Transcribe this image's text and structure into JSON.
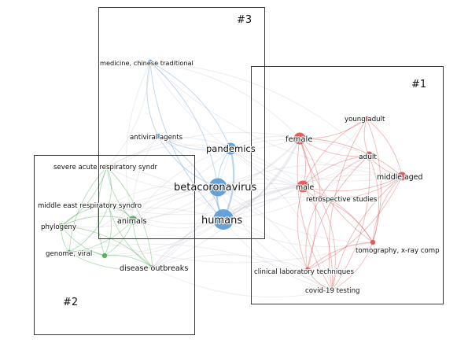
{
  "clusters": [
    {
      "id": "c3",
      "label": "#3",
      "color": "#5b9bd5"
    },
    {
      "id": "c1",
      "label": "#1",
      "color": "#e05555"
    },
    {
      "id": "c2",
      "label": "#2",
      "color": "#4caf50"
    }
  ],
  "nodes": [
    {
      "id": "medicine",
      "label": "medicine, chinese traditional",
      "cluster": "c3",
      "weight": 1
    },
    {
      "id": "antiviral",
      "label": "antiviral agents",
      "cluster": "c3",
      "weight": 1
    },
    {
      "id": "pandemics",
      "label": "pandemics",
      "cluster": "c3",
      "weight": 3
    },
    {
      "id": "betacoronavirus",
      "label": "betacoronavirus",
      "cluster": "c3",
      "weight": 5
    },
    {
      "id": "humans",
      "label": "humans",
      "cluster": "c3",
      "weight": 6
    },
    {
      "id": "female",
      "label": "female",
      "cluster": "c1",
      "weight": 3
    },
    {
      "id": "young_adult",
      "label": "young adult",
      "cluster": "c1",
      "weight": 1
    },
    {
      "id": "adult",
      "label": "adult",
      "cluster": "c1",
      "weight": 2
    },
    {
      "id": "middle_aged",
      "label": "middle aged",
      "cluster": "c1",
      "weight": 2
    },
    {
      "id": "male",
      "label": "male",
      "cluster": "c1",
      "weight": 3
    },
    {
      "id": "retrospective",
      "label": "retrospective studies",
      "cluster": "c1",
      "weight": 1
    },
    {
      "id": "tomography",
      "label": "tomography, x-ray comp",
      "cluster": "c1",
      "weight": 1
    },
    {
      "id": "clinical",
      "label": "clinical laboratory techniques",
      "cluster": "c1",
      "weight": 1
    },
    {
      "id": "covid",
      "label": "covid-19 testing",
      "cluster": "c1",
      "weight": 1
    },
    {
      "id": "sars",
      "label": "severe acute respiratory syndr",
      "cluster": "c2",
      "weight": 1
    },
    {
      "id": "mers",
      "label": "middle east respiratory syndro",
      "cluster": "c2",
      "weight": 1
    },
    {
      "id": "animals",
      "label": "animals",
      "cluster": "c2",
      "weight": 2
    },
    {
      "id": "phylogeny",
      "label": "phylogeny",
      "cluster": "c2",
      "weight": 1
    },
    {
      "id": "genome",
      "label": "genome, viral",
      "cluster": "c2",
      "weight": 1
    },
    {
      "id": "disease",
      "label": "disease outbreaks",
      "cluster": "c2",
      "weight": 1
    },
    {
      "id": "g_extra",
      "label": "",
      "cluster": "c2",
      "weight": 1
    }
  ],
  "edges": [
    [
      "humans",
      "betacoronavirus"
    ],
    [
      "humans",
      "pandemics"
    ],
    [
      "betacoronavirus",
      "pandemics"
    ],
    [
      "humans",
      "female"
    ],
    [
      "humans",
      "male"
    ],
    [
      "humans",
      "adult"
    ],
    [
      "humans",
      "middle_aged"
    ],
    [
      "humans",
      "young_adult"
    ],
    [
      "humans",
      "retrospective"
    ],
    [
      "humans",
      "tomography"
    ],
    [
      "humans",
      "clinical"
    ],
    [
      "humans",
      "covid"
    ],
    [
      "humans",
      "animals"
    ],
    [
      "humans",
      "sars"
    ],
    [
      "humans",
      "mers"
    ],
    [
      "humans",
      "phylogeny"
    ],
    [
      "humans",
      "genome"
    ],
    [
      "humans",
      "disease"
    ],
    [
      "humans",
      "medicine"
    ],
    [
      "humans",
      "antiviral"
    ],
    [
      "humans",
      "g_extra"
    ],
    [
      "betacoronavirus",
      "female"
    ],
    [
      "betacoronavirus",
      "male"
    ],
    [
      "betacoronavirus",
      "adult"
    ],
    [
      "betacoronavirus",
      "middle_aged"
    ],
    [
      "betacoronavirus",
      "animals"
    ],
    [
      "betacoronavirus",
      "sars"
    ],
    [
      "betacoronavirus",
      "mers"
    ],
    [
      "betacoronavirus",
      "disease"
    ],
    [
      "betacoronavirus",
      "medicine"
    ],
    [
      "betacoronavirus",
      "antiviral"
    ],
    [
      "betacoronavirus",
      "genome"
    ],
    [
      "betacoronavirus",
      "phylogeny"
    ],
    [
      "betacoronavirus",
      "tomography"
    ],
    [
      "betacoronavirus",
      "clinical"
    ],
    [
      "betacoronavirus",
      "covid"
    ],
    [
      "pandemics",
      "female"
    ],
    [
      "pandemics",
      "male"
    ],
    [
      "pandemics",
      "adult"
    ],
    [
      "pandemics",
      "medicine"
    ],
    [
      "pandemics",
      "antiviral"
    ],
    [
      "pandemics",
      "animals"
    ],
    [
      "pandemics",
      "disease"
    ],
    [
      "pandemics",
      "sars"
    ],
    [
      "pandemics",
      "covid"
    ],
    [
      "pandemics",
      "middle_aged"
    ],
    [
      "pandemics",
      "mers"
    ],
    [
      "medicine",
      "antiviral"
    ],
    [
      "medicine",
      "female"
    ],
    [
      "medicine",
      "male"
    ],
    [
      "medicine",
      "adult"
    ],
    [
      "medicine",
      "middle_aged"
    ],
    [
      "medicine",
      "sars"
    ],
    [
      "medicine",
      "animals"
    ],
    [
      "antiviral",
      "sars"
    ],
    [
      "antiviral",
      "animals"
    ],
    [
      "antiviral",
      "male"
    ],
    [
      "antiviral",
      "female"
    ],
    [
      "female",
      "male"
    ],
    [
      "female",
      "adult"
    ],
    [
      "female",
      "middle_aged"
    ],
    [
      "female",
      "young_adult"
    ],
    [
      "female",
      "retrospective"
    ],
    [
      "female",
      "tomography"
    ],
    [
      "female",
      "clinical"
    ],
    [
      "female",
      "covid"
    ],
    [
      "male",
      "adult"
    ],
    [
      "male",
      "middle_aged"
    ],
    [
      "male",
      "young_adult"
    ],
    [
      "male",
      "retrospective"
    ],
    [
      "male",
      "tomography"
    ],
    [
      "male",
      "clinical"
    ],
    [
      "male",
      "covid"
    ],
    [
      "adult",
      "middle_aged"
    ],
    [
      "adult",
      "young_adult"
    ],
    [
      "adult",
      "retrospective"
    ],
    [
      "adult",
      "tomography"
    ],
    [
      "adult",
      "clinical"
    ],
    [
      "adult",
      "covid"
    ],
    [
      "middle_aged",
      "young_adult"
    ],
    [
      "middle_aged",
      "retrospective"
    ],
    [
      "middle_aged",
      "tomography"
    ],
    [
      "middle_aged",
      "clinical"
    ],
    [
      "middle_aged",
      "covid"
    ],
    [
      "retrospective",
      "tomography"
    ],
    [
      "retrospective",
      "clinical"
    ],
    [
      "retrospective",
      "covid"
    ],
    [
      "tomography",
      "clinical"
    ],
    [
      "tomography",
      "covid"
    ],
    [
      "clinical",
      "covid"
    ],
    [
      "young_adult",
      "tomography"
    ],
    [
      "young_adult",
      "covid"
    ],
    [
      "sars",
      "mers"
    ],
    [
      "sars",
      "animals"
    ],
    [
      "sars",
      "phylogeny"
    ],
    [
      "sars",
      "genome"
    ],
    [
      "sars",
      "disease"
    ],
    [
      "sars",
      "g_extra"
    ],
    [
      "mers",
      "animals"
    ],
    [
      "mers",
      "phylogeny"
    ],
    [
      "mers",
      "genome"
    ],
    [
      "mers",
      "disease"
    ],
    [
      "mers",
      "g_extra"
    ],
    [
      "animals",
      "phylogeny"
    ],
    [
      "animals",
      "genome"
    ],
    [
      "animals",
      "disease"
    ],
    [
      "animals",
      "g_extra"
    ],
    [
      "phylogeny",
      "genome"
    ],
    [
      "phylogeny",
      "disease"
    ],
    [
      "phylogeny",
      "g_extra"
    ],
    [
      "genome",
      "g_extra"
    ],
    [
      "genome",
      "disease"
    ],
    [
      "g_extra",
      "disease"
    ],
    [
      "disease",
      "female"
    ],
    [
      "disease",
      "male"
    ],
    [
      "disease",
      "covid"
    ],
    [
      "animals",
      "male"
    ],
    [
      "animals",
      "female"
    ],
    [
      "sars",
      "female"
    ],
    [
      "mers",
      "male"
    ],
    [
      "genome",
      "covid"
    ],
    [
      "phylogeny",
      "tomography"
    ],
    [
      "disease",
      "clinical"
    ]
  ]
}
